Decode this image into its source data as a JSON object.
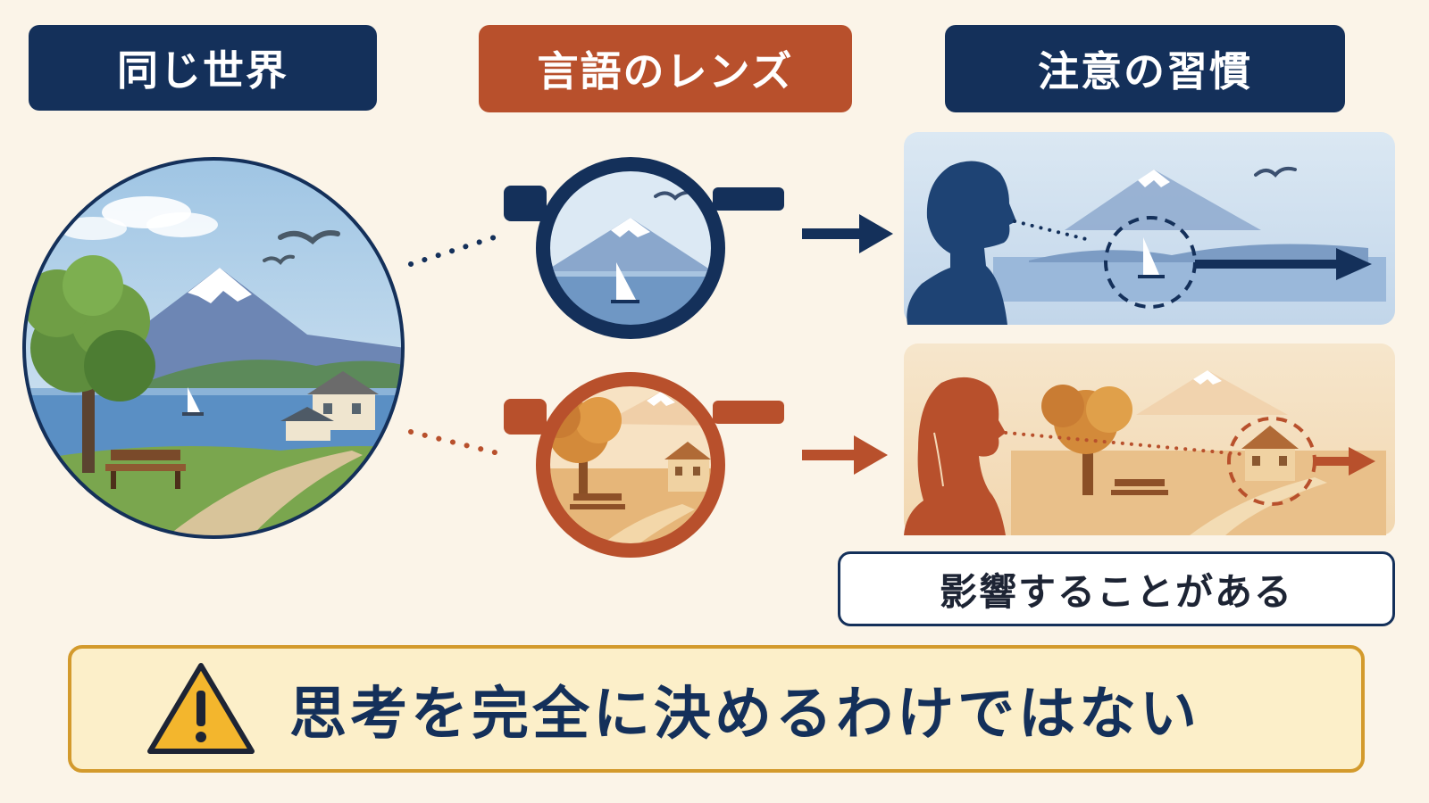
{
  "labels": {
    "same_world": "同じ世界",
    "language_lens": "言語のレンズ",
    "attention_habit": "注意の習慣"
  },
  "note": "影響することがある",
  "warning": {
    "icon": "warning-triangle-icon",
    "text": "思考を完全に決めるわけではない"
  },
  "colors": {
    "navy": "#14305a",
    "rust": "#b8502c",
    "warning_border": "#d39a2c",
    "warning_fill": "#fcefc9",
    "background": "#fbf4e8"
  }
}
